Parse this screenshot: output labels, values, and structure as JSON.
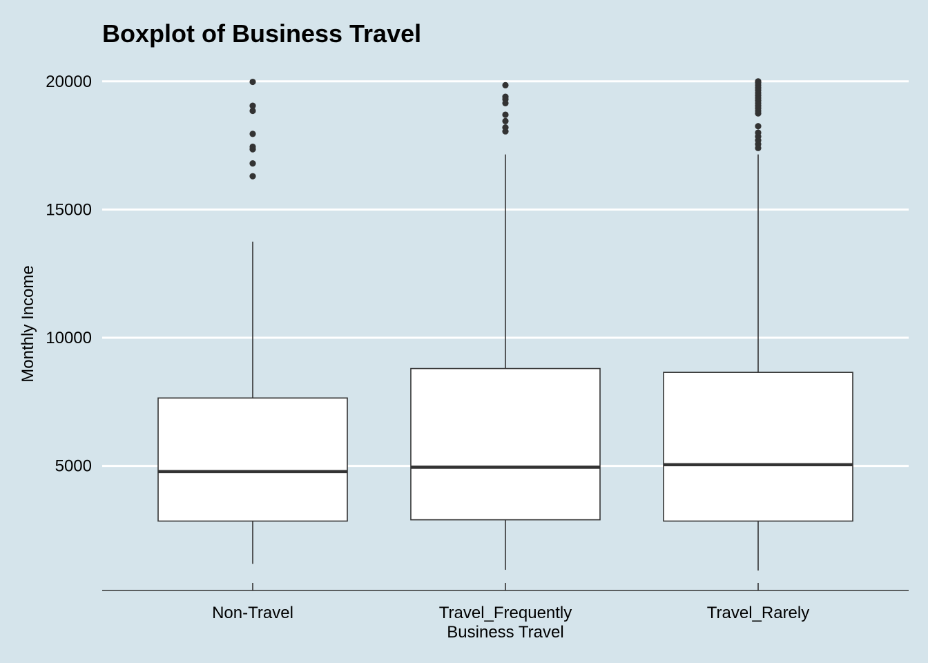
{
  "chart_data": {
    "type": "boxplot",
    "title": "Boxplot of Business Travel",
    "xlabel": "Business Travel",
    "ylabel": "Monthly Income",
    "ylim": [
      0,
      20000
    ],
    "yticks": [
      5000,
      10000,
      15000,
      20000
    ],
    "grid": "horizontal major",
    "legend": "none",
    "colors": {
      "background": "#d5e4eb",
      "box_fill": "#ffffff",
      "stroke": "#333333",
      "grid": "#ffffff"
    },
    "categories": [
      "Non-Travel",
      "Travel_Frequently",
      "Travel_Rarely"
    ],
    "boxes": [
      {
        "category": "Non-Travel",
        "whisker_low": 1180,
        "q1": 2850,
        "median": 4780,
        "q3": 7650,
        "whisker_high": 13750,
        "outliers": [
          16300,
          16800,
          17350,
          17450,
          17950,
          18850,
          19050,
          19980
        ]
      },
      {
        "category": "Travel_Frequently",
        "whisker_low": 950,
        "q1": 2900,
        "median": 4950,
        "q3": 8800,
        "whisker_high": 17150,
        "outliers": [
          18050,
          18200,
          18450,
          18700,
          19150,
          19300,
          19400,
          19850
        ]
      },
      {
        "category": "Travel_Rarely",
        "whisker_low": 920,
        "q1": 2850,
        "median": 5050,
        "q3": 8650,
        "whisker_high": 17150,
        "outliers": [
          17400,
          17550,
          17700,
          17850,
          18000,
          18250,
          18750,
          18850,
          18950,
          19050,
          19150,
          19250,
          19350,
          19450,
          19550,
          19650,
          19750,
          19850,
          19950,
          20000
        ]
      }
    ]
  }
}
